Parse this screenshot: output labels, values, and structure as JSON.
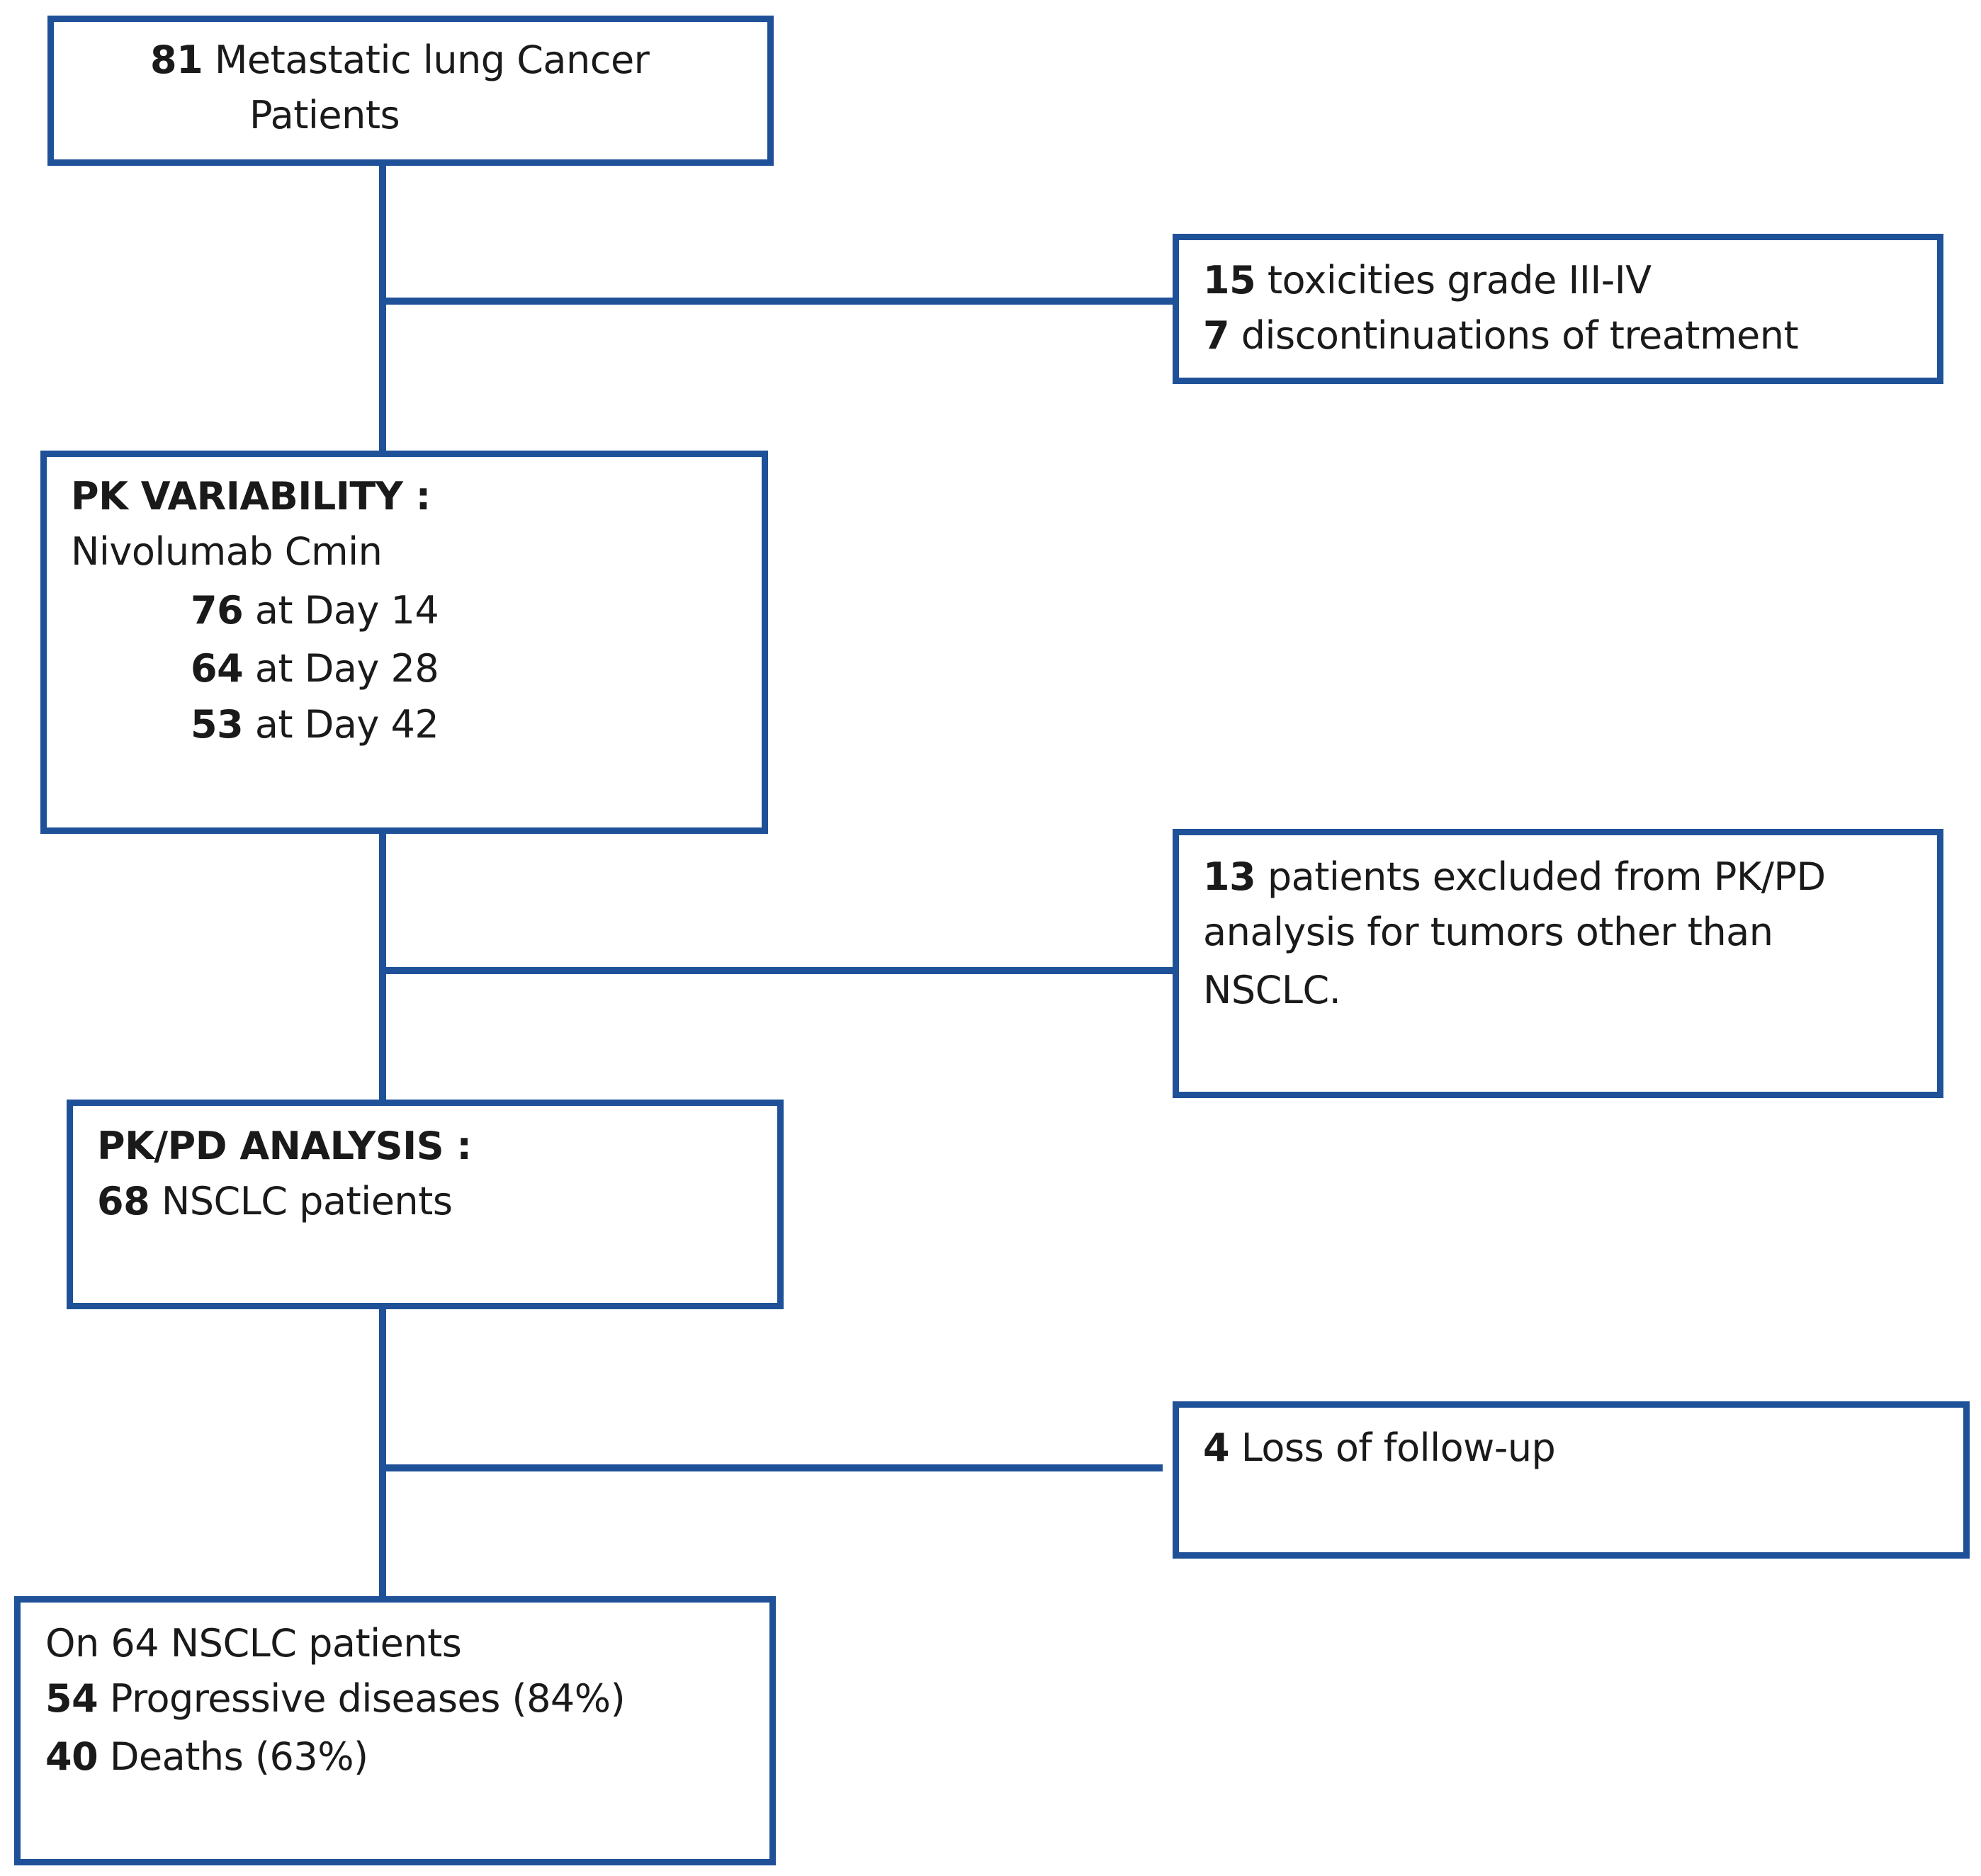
{
  "colors": {
    "stroke": "#1f5199",
    "text": "#1a1a1a",
    "background": "#ffffff"
  },
  "box1": {
    "count": "81",
    "line1": "Metastatic lung Cancer",
    "line2": "Patients"
  },
  "box2": {
    "count1": "15",
    "text1": "toxicities grade III-IV",
    "count2": "7",
    "text2": "discontinuations of treatment"
  },
  "box3": {
    "heading": "PK VARIABILITY :",
    "subheading": "Nivolumab Cmin",
    "items": [
      {
        "count": "76",
        "text": "at Day 14"
      },
      {
        "count": "64",
        "text": "at Day 28"
      },
      {
        "count": "53",
        "text": "at Day 42"
      }
    ]
  },
  "box4": {
    "count": "13",
    "line1": "patients excluded from PK/PD",
    "line2": "analysis for tumors other than",
    "line3": "NSCLC."
  },
  "box5": {
    "heading": "PK/PD ANALYSIS :",
    "count": "68",
    "text": "NSCLC patients"
  },
  "box6": {
    "count": "4",
    "text": "Loss of follow-up"
  },
  "box7": {
    "line1": "On 64 NSCLC patients",
    "count2": "54",
    "text2": "Progressive diseases (84%)",
    "count3": "40",
    "text3": "Deaths (63%)"
  }
}
